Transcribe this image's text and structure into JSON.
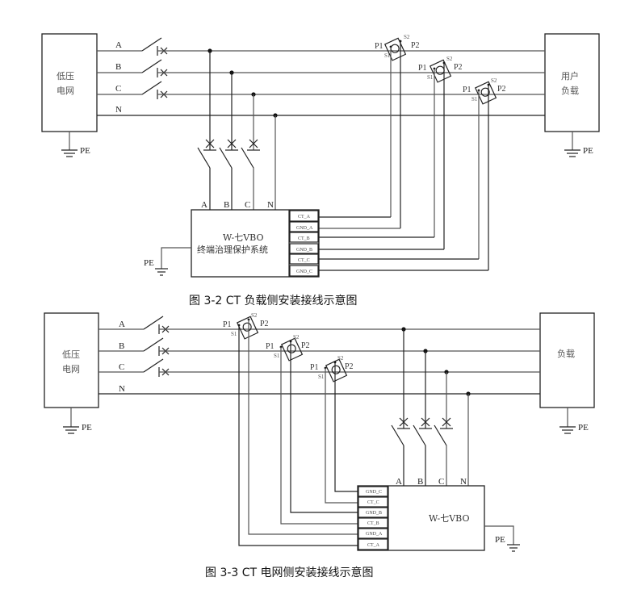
{
  "figure_1": {
    "caption": "图 3-2 CT 负载侧安装接线示意图",
    "source_box": {
      "line1": "低压",
      "line2": "电网"
    },
    "load_box": {
      "line1": "用户",
      "line2": "负载"
    },
    "phases": [
      "A",
      "B",
      "C",
      "N"
    ],
    "ground_label": "PE",
    "ct_labels": {
      "p1": "P1",
      "p2": "P2",
      "s1": "S1",
      "s2": "S2"
    },
    "device": {
      "model": "W-七VBO",
      "name": "终端治理保护系统",
      "inputs": [
        "A",
        "B",
        "C",
        "N"
      ],
      "terminals": [
        "CT_A",
        "GND_A",
        "CT_B",
        "GND_B",
        "CT_C",
        "GND_C"
      ]
    }
  },
  "figure_2": {
    "caption": "图 3-3 CT 电网侧安装接线示意图",
    "source_box": {
      "line1": "低压",
      "line2": "电网"
    },
    "load_box": {
      "line1": "负载"
    },
    "phases": [
      "A",
      "B",
      "C",
      "N"
    ],
    "ground_label": "PE",
    "ct_labels": {
      "p1": "P1",
      "p2": "P2",
      "s1": "S1",
      "s2": "S2"
    },
    "device": {
      "model": "W-七VBO",
      "inputs": [
        "A",
        "B",
        "C",
        "N"
      ],
      "terminals": [
        "GND_C",
        "CT_C",
        "GND_B",
        "CT_B",
        "GND_A",
        "CT_A"
      ]
    }
  }
}
